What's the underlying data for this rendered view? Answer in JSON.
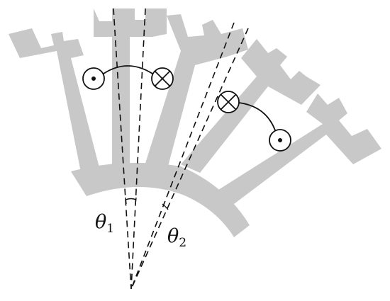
{
  "diagram": {
    "angle_labels": [
      {
        "symbol": "θ",
        "subscript": "1"
      },
      {
        "symbol": "θ",
        "subscript": "2"
      }
    ],
    "colors": {
      "core_fill": "#c8c8c8",
      "line": "#111111",
      "background": "#ffffff"
    },
    "icons": {
      "dot_conductor": "conductor-dot-icon",
      "cross_conductor": "conductor-cross-icon"
    }
  }
}
